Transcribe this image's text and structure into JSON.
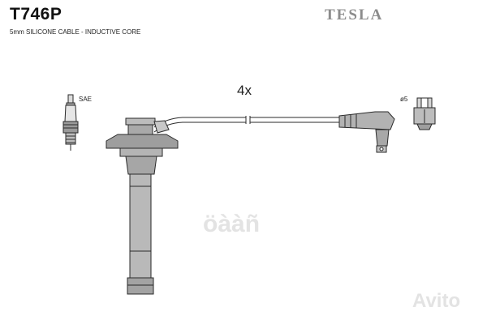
{
  "header": {
    "part_code": "T746P",
    "subtitle": "5mm SILICONE CABLE - INDUCTIVE CORE",
    "brand": "TESLA"
  },
  "diagram": {
    "quantity_label": "4x",
    "spark_plug_label": "SAE",
    "terminal_label": "ø5"
  },
  "watermarks": {
    "center": "öààñ",
    "corner": "Avito"
  },
  "colors": {
    "line": "#2a2a2a",
    "boot_fill": "#b8b8b8",
    "boot_fill_dark": "#8e8e8e",
    "brand": "#8c8c8c"
  }
}
